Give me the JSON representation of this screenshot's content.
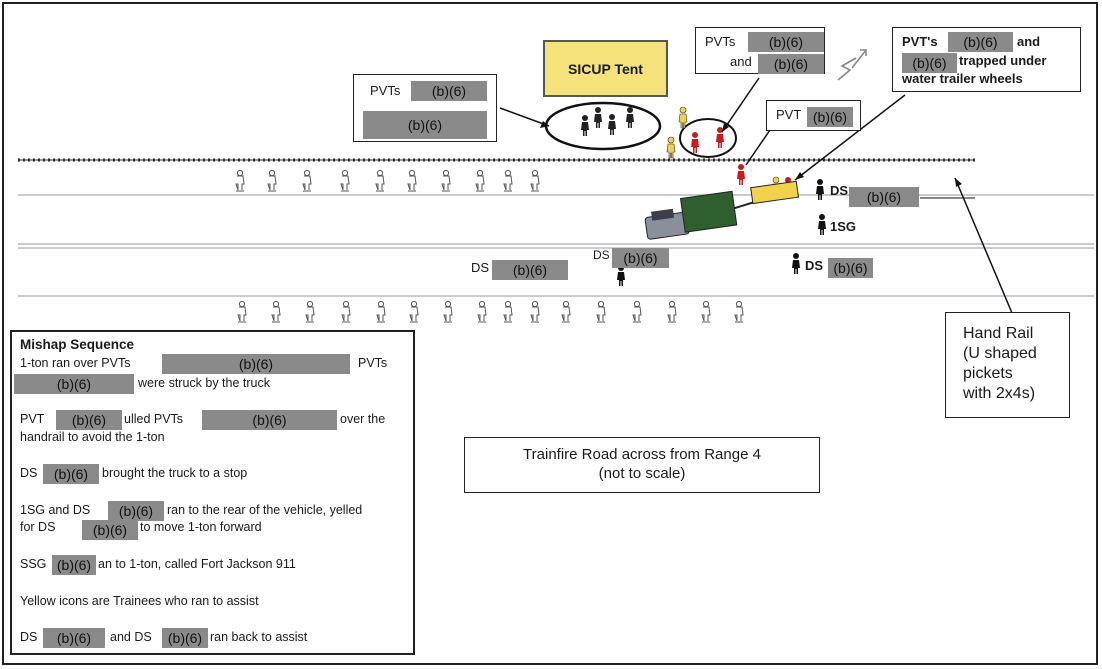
{
  "redaction": "(b)(6)",
  "tent_label": "SICUP Tent",
  "callout_pvts_left": {
    "line1": "PVTs"
  },
  "callout_pvts_top": {
    "line1": "PVTs",
    "line2": "and"
  },
  "callout_trapped": {
    "line1": "PVT's",
    "line1b": "and",
    "line2": "trapped under",
    "line3": "water trailer wheels"
  },
  "callout_pvt": {
    "text": "PVT"
  },
  "labels": {
    "ds": "DS",
    "first_sgt": "1SG",
    "ds_partial": "DS"
  },
  "hand_rail": {
    "lines": [
      "Hand Rail",
      "(U shaped",
      "pickets",
      "with 2x4s)"
    ]
  },
  "road_caption": {
    "line1": "Trainfire Road across from Range 4",
    "line2": "(not to scale)"
  },
  "mishap": {
    "title": "Mishap Sequence",
    "s1a": "1-ton ran over PVTs",
    "s1b": "PVTs",
    "s1c": "were struck by the truck",
    "s2a": "PVT",
    "s2b": "ulled PVTs",
    "s2c": "over the",
    "s2d": "handrail to avoid the 1-ton",
    "s3a": "DS",
    "s3b": "brought the truck to a stop",
    "s4a": "1SG and DS",
    "s4b": "ran to the rear of the vehicle, yelled",
    "s4c": "for DS",
    "s4d": "to move 1-ton forward",
    "s5a": "SSG",
    "s5b": "an to 1-ton, called Fort Jackson 911",
    "s6": "Yellow icons are Trainees who ran to assist",
    "s7a": "DS",
    "s7b": "and DS",
    "s7c": "ran back to assist"
  },
  "colors": {
    "redaction": "#8a8a8a",
    "tent": "#f5e27a",
    "trainee": "#f2d24a",
    "injured": "#cc1a1a",
    "truck_cab": "#8a8f9c",
    "truck_bed": "#2f5e2f",
    "trailer": "#f2d24a"
  }
}
